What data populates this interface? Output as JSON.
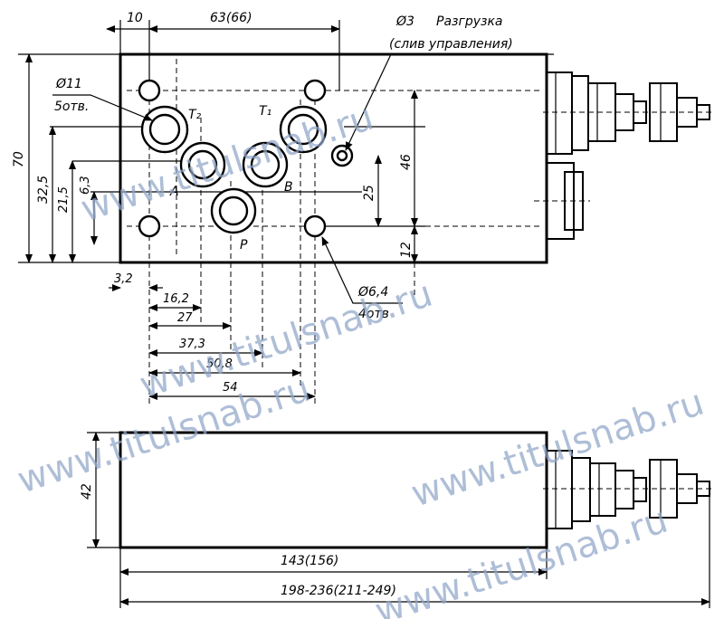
{
  "top_view": {
    "dim_top_left": "10",
    "dim_top_width": "63(66)",
    "dim_height_total": "70",
    "dim_v_32_5": "32,5",
    "dim_v_21_5": "21,5",
    "dim_v_6_3": "6,3",
    "dim_v_46": "46",
    "dim_v_25": "25",
    "dim_v_12": "12",
    "dim_h_3_2": "3,2",
    "dim_h_16_2": "16,2",
    "dim_h_27": "27",
    "dim_h_37_3": "37,3",
    "dim_h_50_8": "50,8",
    "dim_h_54": "54",
    "hole_11_dia": "Ø11",
    "hole_11_count": "5отв.",
    "hole_64_dia": "Ø6,4",
    "hole_64_count": "4отв",
    "port_t2": "T₂",
    "port_t1": "T₁",
    "port_a": "A",
    "port_b": "B",
    "port_p": "P",
    "drain_dia": "Ø3",
    "drain_label": "Разгрузка",
    "drain_note": "(слив управления)"
  },
  "side_view": {
    "dim_height": "42",
    "dim_body_length": "143(156)",
    "dim_total_length": "198-236(211-249)"
  },
  "watermark": {
    "text": "www.titulsnab.ru",
    "color": "#8fa6c8"
  }
}
